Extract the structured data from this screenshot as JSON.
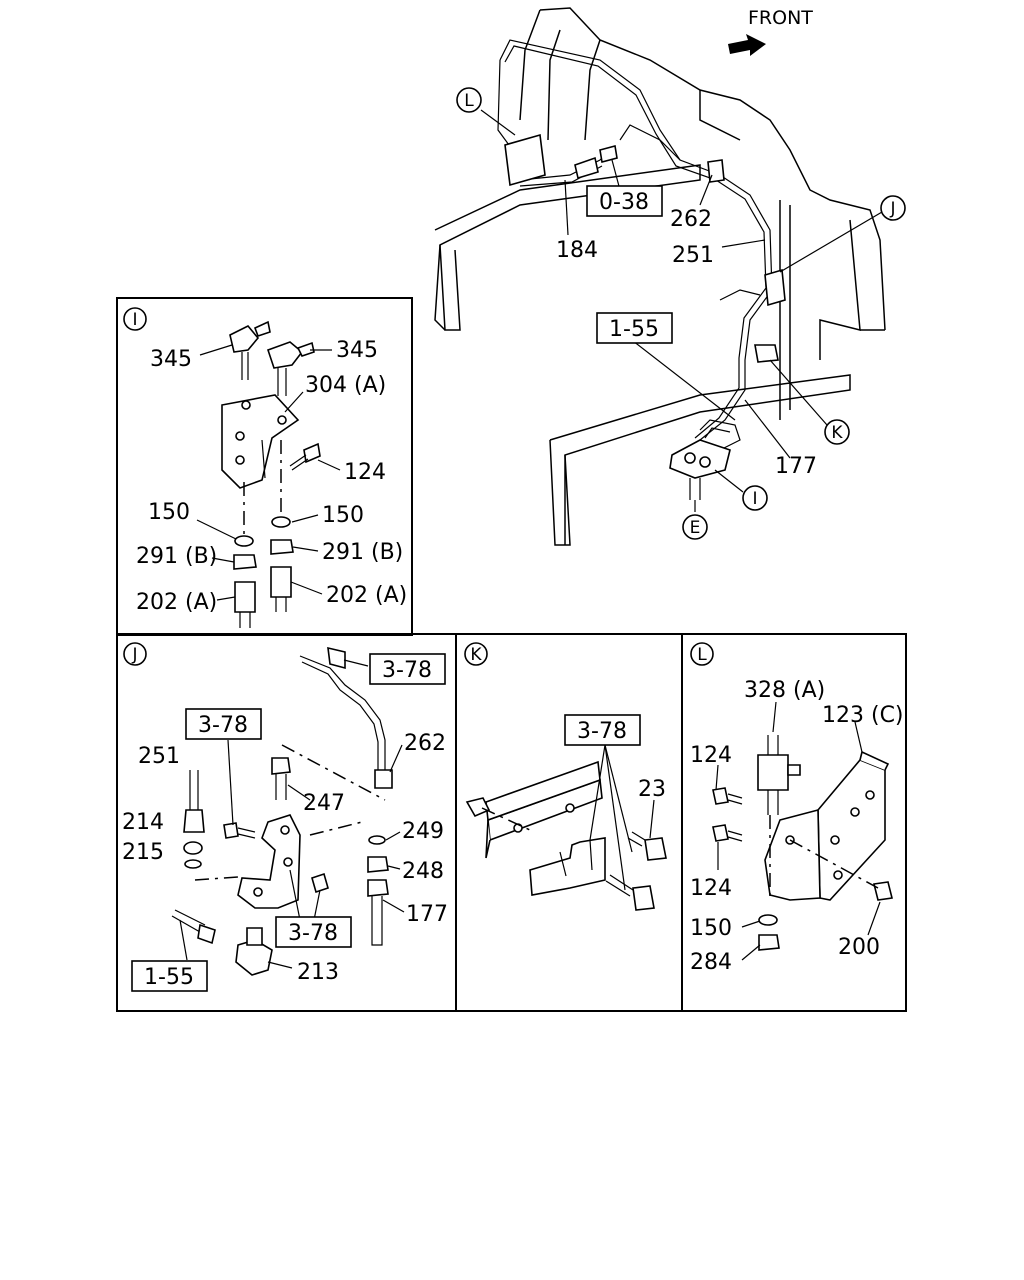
{
  "front_label": "FRONT",
  "main": {
    "callout_L": "L",
    "callout_J": "J",
    "callout_K": "K",
    "callout_I": "I",
    "callout_E": "E",
    "ref_0_38": "0-38",
    "ref_1_55": "1-55",
    "part_262": "262",
    "part_184": "184",
    "part_251": "251",
    "part_177": "177"
  },
  "panel_I": {
    "title": "I",
    "p345_left": "345",
    "p345_right": "345",
    "p304": "304 (A)",
    "p124": "124",
    "p150_left": "150",
    "p150_right": "150",
    "p291_left": "291 (B)",
    "p291_right": "291 (B)",
    "p202_left": "202 (A)",
    "p202_right": "202 (A)"
  },
  "panel_J": {
    "title": "J",
    "ref_top": "3-78",
    "ref_left": "3-78",
    "ref_bottom": "3-78",
    "ref_155": "1-55",
    "p262": "262",
    "p251": "251",
    "p247": "247",
    "p214": "214",
    "p215": "215",
    "p249": "249",
    "p248": "248",
    "p177": "177",
    "p213": "213"
  },
  "panel_K": {
    "title": "K",
    "ref": "3-78",
    "p23": "23"
  },
  "panel_L": {
    "title": "L",
    "p328": "328 (A)",
    "p123": "123 (C)",
    "p124_top": "124",
    "p124_bottom": "124",
    "p150": "150",
    "p284": "284",
    "p200": "200"
  }
}
